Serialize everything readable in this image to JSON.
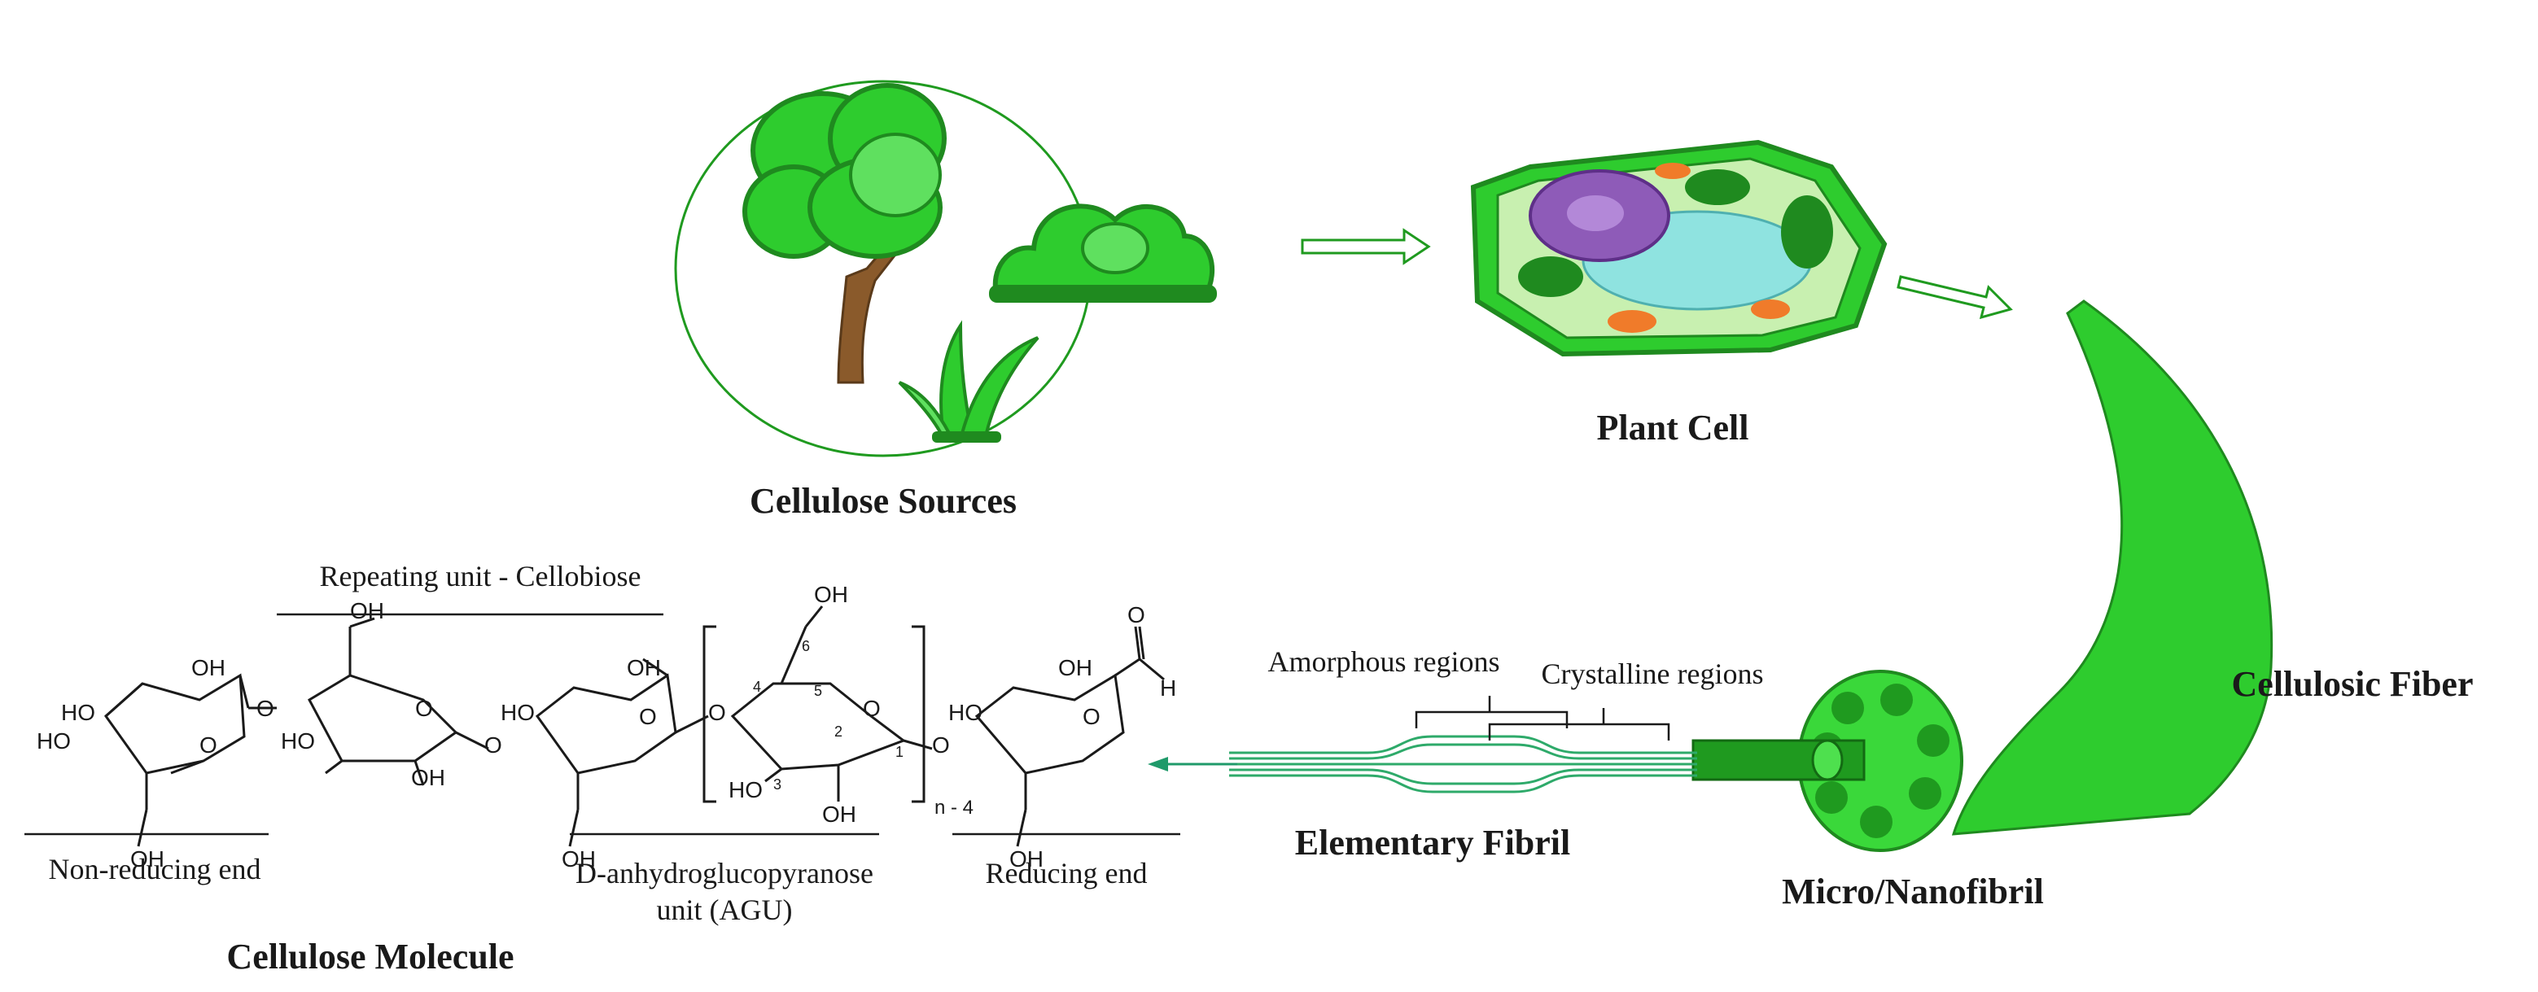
{
  "labels": {
    "cellulose_sources": "Cellulose Sources",
    "plant_cell": "Plant Cell",
    "cellulosic_fiber": "Cellulosic Fiber",
    "micro_nanofibril": "Micro/Nanofibril",
    "elementary_fibril": "Elementary Fibril",
    "amorphous_regions": "Amorphous regions",
    "crystalline_regions": "Crystalline regions",
    "cellulose_molecule": "Cellulose Molecule",
    "repeating_unit": "Repeating unit - Cellobiose",
    "non_reducing_end": "Non-reducing end",
    "agu_line1": "D-anhydroglucopyranose",
    "agu_line2": "unit (AGU)",
    "reducing_end": "Reducing end"
  },
  "chemistry": {
    "oh": "OH",
    "ho": "HO",
    "o": "O",
    "h": "H",
    "repeat_subscript": "n - 4",
    "carbon_numbers": [
      "1",
      "2",
      "3",
      "4",
      "5",
      "6"
    ]
  },
  "colors": {
    "green_dark": "#1f8a1f",
    "green_main": "#2ecc2e",
    "green_light": "#5fe05f",
    "trunk": "#8a5a2b",
    "arrow_outline": "#1f9a1f",
    "cell_purple": "#8e5bb8",
    "cell_cyan": "#8fe3e0",
    "cell_orange": "#f07b2a"
  }
}
